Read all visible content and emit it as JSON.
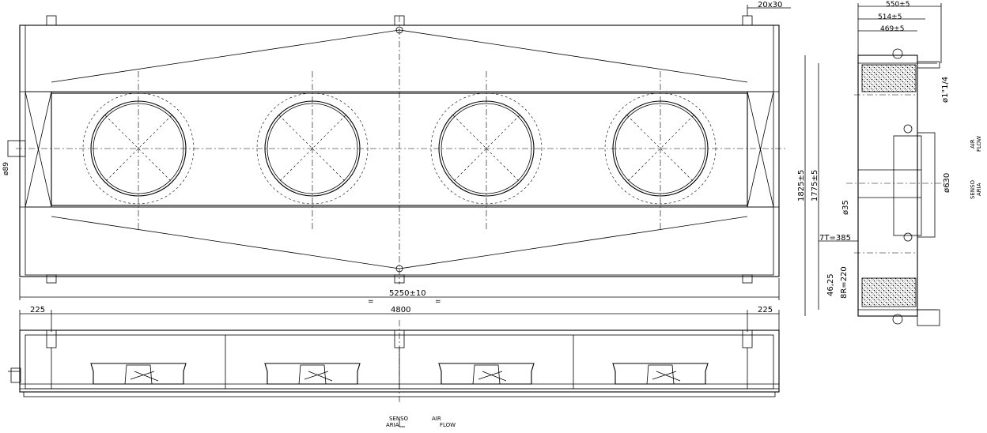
{
  "dims": {
    "top_right_2030": "20x30",
    "diameter_89": "ø89",
    "total_5250": "5250±10",
    "equal_left": "=",
    "equal_right": "=",
    "left_225": "225",
    "center_4800": "4800",
    "right_225": "225"
  },
  "side_dims": {
    "d550": "550±5",
    "d514": "514±5",
    "d469": "469±5",
    "d1825": "1825±5",
    "d1775": "1775±5",
    "d1_1_4": "ø1\"1/4",
    "d630": "ø630",
    "d35": "ø35",
    "d7T385": "7T=385",
    "d4625": "46,25",
    "d8R220": "8R=220"
  },
  "labels": {
    "air_flow_side_1": "AIR",
    "air_flow_side_2": "FLOW",
    "senso_aria_side_1": "SENSO",
    "senso_aria_side_2": "ARIA",
    "senso_aria_bottom_1": "SENSO",
    "senso_aria_bottom_2": "ARIA",
    "air_flow_bottom_1": "AIR",
    "air_flow_bottom_2": "FLOW"
  }
}
